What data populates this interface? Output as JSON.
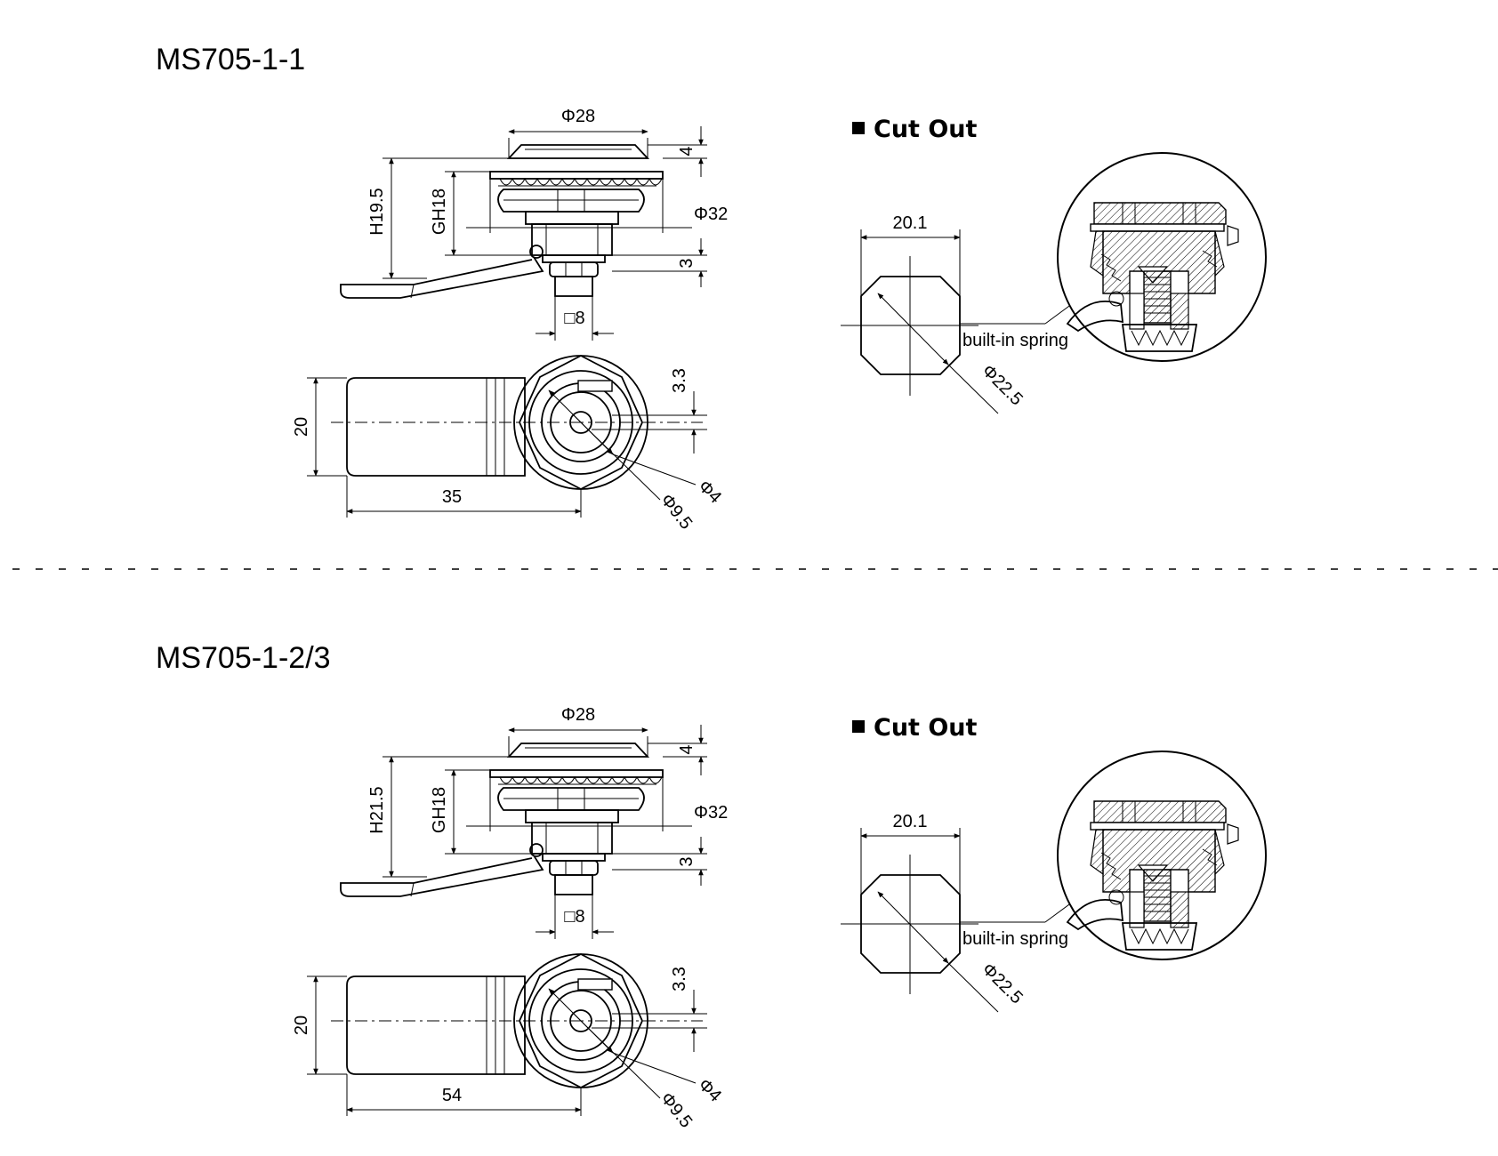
{
  "sections": [
    {
      "title": "MS705-1-1",
      "cutout_heading": "Cut Out",
      "front": {
        "top_dia": "Φ28",
        "cap_height": "4",
        "overall_height": "H19.5",
        "thread": "GH18",
        "flange_dia": "Φ32",
        "cam_gap": "3",
        "square": "□8"
      },
      "plan": {
        "width": "20",
        "length": "35",
        "slot": "3.3",
        "pin_dia": "Φ4",
        "core_dia": "Φ9.5"
      },
      "cutout": {
        "flat": "20.1",
        "dia": "Φ22.5",
        "callout": "built-in spring"
      }
    },
    {
      "title": "MS705-1-2/3",
      "cutout_heading": "Cut Out",
      "front": {
        "top_dia": "Φ28",
        "cap_height": "4",
        "overall_height": "H21.5",
        "thread": "GH18",
        "flange_dia": "Φ32",
        "cam_gap": "3",
        "square": "□8"
      },
      "plan": {
        "width": "20",
        "length": "54",
        "slot": "3.3",
        "pin_dia": "Φ4",
        "core_dia": "Φ9.5"
      },
      "cutout": {
        "flat": "20.1",
        "dia": "Φ22.5",
        "callout": "built-in spring"
      }
    }
  ]
}
